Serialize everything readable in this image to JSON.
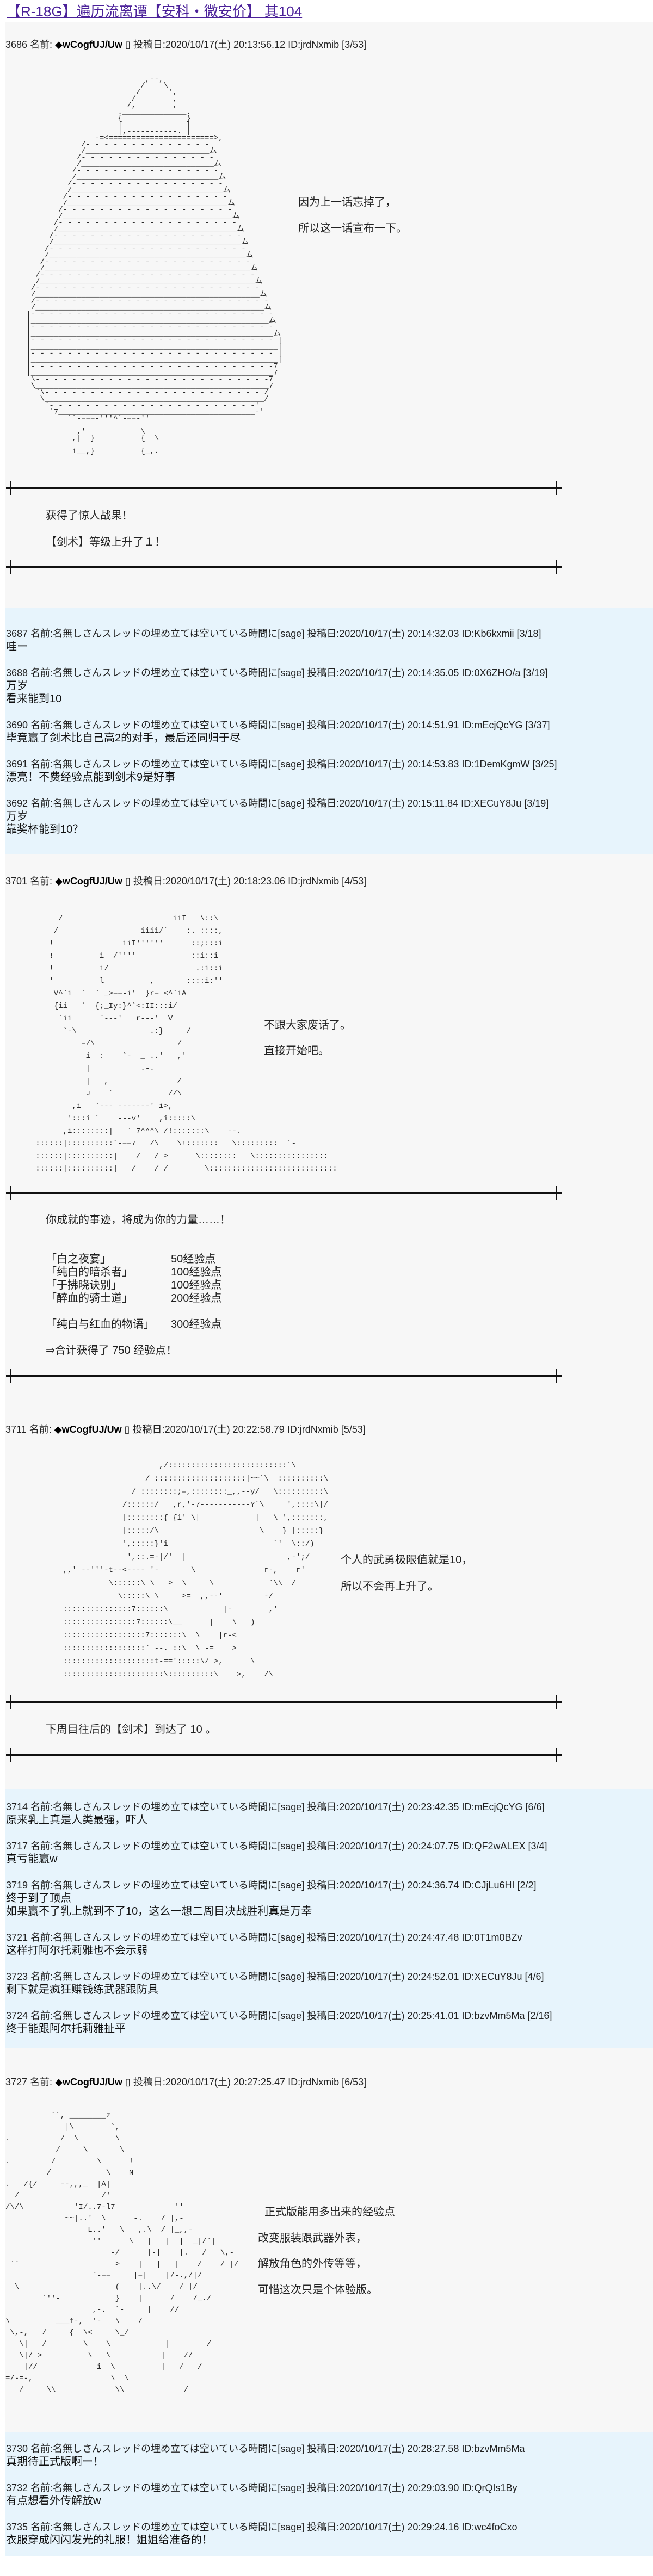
{
  "page": {
    "title": "【R-18G】遍历流离谭【安科・微安价】 其104",
    "colors": {
      "title": "#4b2199",
      "author_bg": "#f7f7f7",
      "comment_bg": "#e7f4fc",
      "text": "#1a1a1a"
    }
  },
  "author_posts": [
    {
      "header": {
        "number": "3686",
        "name_label": "名前:",
        "trip": "◆wCogfUJ/Uw",
        "mail": "▯",
        "date_label": "投稿日:",
        "date": "2020/10/17(土) 20:13:56.12",
        "id": "ID:jrdNxmib",
        "count": "[3/53]"
      },
      "aa": [
        "                           ,--,",
        "                          /    \\",
        "                         /      ',",
        "                        /        ,",
        "                       /,        ,",
        "                     .______________.",
        "                     {              }",
        "                     |              |",
        "                     |,-----------. |",
        "                -=<=======================>,",
        "             /- - - - - - - - - - - - - -",
        "             /___________________________ム",
        "            /- - - - - - - - - - - - - - -",
        "            /_____________________________ム",
        "           /- - - - - - - - - - - - - - - -",
        "           /_______________________________ム",
        "          /- - - - - - - - - - - - - - - - -",
        "          /_________________________________ム",
        "         /- - - - - - - - - - - - - - - - - -",
        "         /___________________________________ム",
        "        /- - - - - - - - - - - - - - - - - - -",
        "        /_____________________________________ム",
        "       /- - - - - - - - - - - - - - - - - - - -",
        "       /_______________________________________ム",
        "      /- - - - - - - - - - - - - - - - - - - - -",
        "      /_________________________________________ム",
        "     /- - - - - - - - - - - - - - - - - - - - - -",
        "     /___________________________________________ム",
        "    /- - - - - - - - - - - - - - - - - - - - - - -",
        "    /_____________________________________________ム",
        "   /- - - - - - - - - - - - - - - - - - - - - - - -",
        "   /_______________________________________________ム",
        "  /- - - - - - - - - - - - - - - - - - - - - - - - -",
        "  /_________________________________________________ム",
        "  /- - - - - - - - - - - - - - - - - - - - - - - - - -",
        "  /__________________________________________________ム",
        " |- - - - - - - - - - - - - - - - - - - - - - - - - - -",
        " |____________________________________________________ム",
        " |- - - - - - - - - - - - - - - - - - - - - - - - - - -",
        " |_____________________________________________________ム",
        " |- - - - - - - - - - - - - - - - - - - - - - - - - - - |",
        " |______________________________________________________|",
        " |- - - - - - - - - - - - - - - - - - - - - - - - - - - |",
        " |______________________________________________________|",
        " |- - - - - - - - - - - - - - - - - - - - - - - - - - -7",
        " |_____________________________________________________7",
        "  \\- - - - - - - - - - - - - - - - - - - - - - - - - -7",
        "  \\___________________________________________________7",
        "   `\\- - - - - - - - - - - - - - - - - - - - - - - - /",
        "    \\________________________________________________/",
        "     `- - - - - - - - - - - - - - - - - - - - - - -'",
        "      `7___________________________________________-'",
        "          ``-===-'''^`-==-''",
        "",
        "            ,'            \\",
        "           ,|  }          {  \\",
        "",
        "           i__,}          {_,."
      ],
      "side_text": [
        "因为上一话忘掉了，",
        "所以这一话宣布一下。"
      ],
      "notes": [
        "获得了惊人战果！",
        "【剑术】等级上升了１！"
      ]
    },
    {
      "header": {
        "number": "3701",
        "name_label": "名前:",
        "trip": "◆wCogfUJ/Uw",
        "mail": "▯",
        "date_label": "投稿日:",
        "date": "2020/10/17(土) 20:18:23.06",
        "id": "ID:jrdNxmib",
        "count": "[4/53]"
      },
      "aa": [
        "        /                        iiI   \\::\\",
        "       /                  iiii/`    :. ::::,",
        "      !               iiI''''''      ::;:::i",
        "      !          i  /''''            ::i::i",
        "      !          i/                   .:i::i",
        "      '          l          ,       ::::i:''",
        "       V^`i  `  ` _>==-i'  }r= <^`iA",
        "       {ii   `  {;_Iy:}^`<:II:::i/",
        "        `ii      `---'   r---'  V",
        "         `-\\                .:}     /",
        "             =/\\                  /",
        "              i  :    `-  _ ..'   ,'",
        "              |           .-.",
        "              |   ,               /",
        "              J    `            //\\",
        "           ,i   `--- -------' i>,",
        "          ':::i `    ---v'    ,i:::::\\",
        "         ,i::::::::|   ` 7^^^\\ /!:::::::\\    --.",
        "   ::::::|::::::::::`-==7   /\\    \\!:::::::   \\:::::::::  `-",
        "   ::::::|::::::::::|    /   / >      \\::::::::   \\::::::::::::::::",
        "   ::::::|::::::::::|   /    / /        \\::::::::::::::::::::::::::::"
      ],
      "side_text": [
        "不跟大家废话了。",
        "直接开始吧。"
      ],
      "intro": "你成就的事迹，将成为你的力量……！",
      "achievements": [
        {
          "label": "「白之夜宴」",
          "value": "50经验点"
        },
        {
          "label": "「纯白的暗杀者」",
          "value": "100经验点"
        },
        {
          "label": "「于拂晓诀别」",
          "value": "100经验点"
        },
        {
          "label": "「醉血的骑士道」",
          "value": "200经验点"
        },
        {
          "label": "「纯白与红血的物语」",
          "value": "300经验点"
        }
      ],
      "total": "⇒合计获得了 750 经验点！"
    },
    {
      "header": {
        "number": "3711",
        "name_label": "名前:",
        "trip": "◆wCogfUJ/Uw",
        "mail": "▯",
        "date_label": "投稿日:",
        "date": "2020/10/17(土) 20:22:58.79",
        "id": "ID:jrdNxmib",
        "count": "[5/53]"
      },
      "aa": [
        "                              ,/::::::::::::::::::::::::::`\\",
        "                           / ::::::::::::::::::::|~~`\\  ::::::::::\\",
        "                        / ::::::::;=,::::::::_,,--y/   \\::::::::::\\",
        "                      /::::::/   ,r,'-7-----------Y`\\     ',::::\\|/",
        "                      |::::::::{ {i' \\|            |   \\ ',:::::::,",
        "                      |:::::/\\                      \\    } |:::::}",
        "                      ',:::::}'i                       `'  \\::/)",
        "                       ',::.=-|/'  |                      ,-';/",
        "         ,,' --'''-t--<---- '-       \\               r-,    r'",
        "                   \\::::::\\ \\   >  \\     \\            `\\\\  /",
        "                     \\:::::\\ \\     >=  ,,--'         -/",
        "         :::::::::::::::7::::::\\            |-        ,'",
        "         ::::::::::::::::7::::::\\__      |    \\   )",
        "         ::::::::::::::::::7:::::::\\  \\    |r-<",
        "         ::::::::::::::::::` --. ::\\  \\ -=    >",
        "         ::::::::::::::::::::t-==':::::\\/ >,      \\",
        "         ::::::::::::::::::::::\\::::::::::\\    >,    /\\"
      ],
      "side_text": [
        "个人的武勇极限值就是10，",
        "所以不会再上升了。"
      ],
      "notes": [
        "下周目往后的【剑术】到达了 10 。"
      ]
    },
    {
      "header": {
        "number": "3727",
        "name_label": "名前:",
        "trip": "◆wCogfUJ/Uw",
        "mail": "▯",
        "date_label": "投稿日:",
        "date": "2020/10/17(土) 20:27:25.47",
        "id": "ID:jrdNxmib",
        "count": "[6/53]"
      },
      "aa": [
        "          ``, ________z",
        "             |\\        `,",
        ".           /  \\        \\",
        "           /     \\       \\",
        ".         /         \\      !",
        "         /            \\    N",
        ".   /{/     --,,,_  |A|",
        "  /                  /'",
        "/\\/\\           'I/..7-l7             ''",
        "             ~~|..'  \\      -.    / |,-",
        "                  L..'   \\   ,.\\  / |_,,-",
        "                   ''      \\   |   |  |  _|/`|",
        "                       -/      |-|    |.   /   \\,-",
        " ``                     >    |   |   |    /    / |/",
        "                   `-==     |=|    |/-.,/|/",
        "  \\                     (    |..\\/    / |/",
        "        `''-            }    |      /    /_./",
        "                   ,-.  `-     |    //",
        "\\          ___f-,  '-   \\    /",
        " \\,-,   /     {  \\<     \\_/",
        "   \\|   /        \\    \\            |        /",
        "   \\|/ >          \\   \\           |    //",
        "    |//             i  \\          |   /   /",
        "=/-=-,                 \\  \\",
        "   /     \\\\             \\\\             /"
      ],
      "side_text": [
        "正式版能用多出来的经验点",
        "改变服装跟武器外表，",
        "解放角色的外传等等，",
        "可惜这次只是个体验版。"
      ]
    }
  ],
  "comment_blocks": [
    {
      "comments": [
        {
          "number": "3687",
          "name_label": "名前:",
          "name": "名無しさんスレッドの埋め立ては空いている時間に",
          "mail": "[sage]",
          "date_label": "投稿日:",
          "date": "2020/10/17(土) 20:14:32.03",
          "id": "ID:Kb6kxmii",
          "count": "[3/18]",
          "body": [
            "哇ー"
          ]
        },
        {
          "number": "3688",
          "name_label": "名前:",
          "name": "名無しさんスレッドの埋め立ては空いている時間に",
          "mail": "[sage]",
          "date_label": "投稿日:",
          "date": "2020/10/17(土) 20:14:35.05",
          "id": "ID:0X6ZHO/a",
          "count": "[3/19]",
          "body": [
            "万岁",
            "看来能到10"
          ]
        },
        {
          "number": "3690",
          "name_label": "名前:",
          "name": "名無しさんスレッドの埋め立ては空いている時間に",
          "mail": "[sage]",
          "date_label": "投稿日:",
          "date": "2020/10/17(土) 20:14:51.91",
          "id": "ID:mEcjQcYG",
          "count": "[3/37]",
          "body": [
            "毕竟赢了剑术比自己高2的对手，最后还同归于尽"
          ]
        },
        {
          "number": "3691",
          "name_label": "名前:",
          "name": "名無しさんスレッドの埋め立ては空いている時間に",
          "mail": "[sage]",
          "date_label": "投稿日:",
          "date": "2020/10/17(土) 20:14:53.83",
          "id": "ID:1DemKgmW",
          "count": "[3/25]",
          "body": [
            "漂亮！不费经验点能到剑术9是好事"
          ]
        },
        {
          "number": "3692",
          "name_label": "名前:",
          "name": "名無しさんスレッドの埋め立ては空いている時間に",
          "mail": "[sage]",
          "date_label": "投稿日:",
          "date": "2020/10/17(土) 20:15:11.84",
          "id": "ID:XECuY8Ju",
          "count": "[3/19]",
          "body": [
            "万岁",
            "靠奖杯能到10？"
          ]
        }
      ]
    },
    {
      "comments": [
        {
          "number": "3714",
          "name_label": "名前:",
          "name": "名無しさんスレッドの埋め立ては空いている時間に",
          "mail": "[sage]",
          "date_label": "投稿日:",
          "date": "2020/10/17(土) 20:23:42.35",
          "id": "ID:mEcjQcYG",
          "count": "[6/6]",
          "body": [
            "原来乳上真是人类最强，吓人"
          ]
        },
        {
          "number": "3717",
          "name_label": "名前:",
          "name": "名無しさんスレッドの埋め立ては空いている時間に",
          "mail": "[sage]",
          "date_label": "投稿日:",
          "date": "2020/10/17(土) 20:24:07.75",
          "id": "ID:QF2wALEX",
          "count": "[3/4]",
          "body": [
            "真亏能赢w"
          ]
        },
        {
          "number": "3719",
          "name_label": "名前:",
          "name": "名無しさんスレッドの埋め立ては空いている時間に",
          "mail": "[sage]",
          "date_label": "投稿日:",
          "date": "2020/10/17(土) 20:24:36.74",
          "id": "ID:CJjLu6HI",
          "count": "[2/2]",
          "body": [
            "终于到了顶点",
            "如果赢不了乳上就到不了10，这么一想二周目决战胜利真是万幸"
          ]
        },
        {
          "number": "3721",
          "name_label": "名前:",
          "name": "名無しさんスレッドの埋め立ては空いている時間に",
          "mail": "[sage]",
          "date_label": "投稿日:",
          "date": "2020/10/17(土) 20:24:47.48",
          "id": "ID:0T1m0BZv",
          "body": [
            "这样打阿尔托莉雅也不会示弱"
          ]
        },
        {
          "number": "3723",
          "name_label": "名前:",
          "name": "名無しさんスレッドの埋め立ては空いている時間に",
          "mail": "[sage]",
          "date_label": "投稿日:",
          "date": "2020/10/17(土) 20:24:52.01",
          "id": "ID:XECuY8Ju",
          "count": "[4/6]",
          "body": [
            "剩下就是疯狂赚钱练武器跟防具"
          ]
        },
        {
          "number": "3724",
          "name_label": "名前:",
          "name": "名無しさんスレッドの埋め立ては空いている時間に",
          "mail": "[sage]",
          "date_label": "投稿日:",
          "date": "2020/10/17(土) 20:25:41.01",
          "id": "ID:bzvMm5Ma",
          "count": "[2/16]",
          "body": [
            "终于能跟阿尔托莉雅扯平"
          ]
        }
      ]
    },
    {
      "comments": [
        {
          "number": "3730",
          "name_label": "名前:",
          "name": "名無しさんスレッドの埋め立ては空いている時間に",
          "mail": "[sage]",
          "date_label": "投稿日:",
          "date": "2020/10/17(土) 20:28:27.58",
          "id": "ID:bzvMm5Ma",
          "body": [
            "真期待正式版啊ー！"
          ]
        },
        {
          "number": "3732",
          "name_label": "名前:",
          "name": "名無しさんスレッドの埋め立ては空いている時間に",
          "mail": "[sage]",
          "date_label": "投稿日:",
          "date": "2020/10/17(土) 20:29:03.90",
          "id": "ID:QrQIs1By",
          "body": [
            "有点想看外传解放w"
          ]
        },
        {
          "number": "3735",
          "name_label": "名前:",
          "name": "名無しさんスレッドの埋め立ては空いている時間に",
          "mail": "[sage]",
          "date_label": "投稿日:",
          "date": "2020/10/17(土) 20:29:24.16",
          "id": "ID:wc4foCxo",
          "body": [
            "衣服穿成闪闪发光的礼服！姐姐给准备的！"
          ]
        }
      ]
    }
  ]
}
